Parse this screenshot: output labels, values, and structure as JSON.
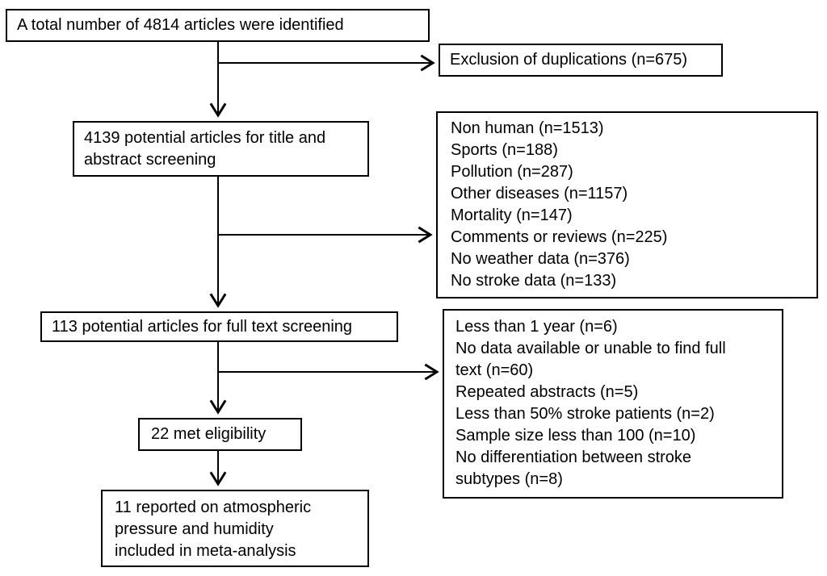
{
  "flowchart": {
    "boxes": {
      "identified": "A total number of 4814 articles were identified",
      "duplications": "Exclusion of duplications (n=675)",
      "title_abstract": "4139 potential articles for title and\nabstract screening",
      "full_text": "113 potential articles for full text screening",
      "eligible": "22 met eligibility",
      "meta_analysis": "11 reported on atmospheric\npressure and humidity\nincluded in meta-analysis"
    },
    "exclusions_title_abstract": [
      "Non human (n=1513)",
      "Sports (n=188)",
      "Pollution (n=287)",
      "Other diseases (n=1157)",
      "Mortality (n=147)",
      "Comments or reviews (n=225)",
      "No weather data (n=376)",
      "No stroke data (n=133)"
    ],
    "exclusions_full_text": [
      "Less than 1 year (n=6)",
      "No data available or unable to find full\ntext (n=60)",
      "Repeated abstracts (n=5)",
      "Less than 50% stroke patients (n=2)",
      "Sample size less than 100 (n=10)",
      "No differentiation between stroke\nsubtypes (n=8)"
    ],
    "colors": {
      "line": "#000000",
      "background": "#ffffff",
      "text": "#000000"
    }
  }
}
